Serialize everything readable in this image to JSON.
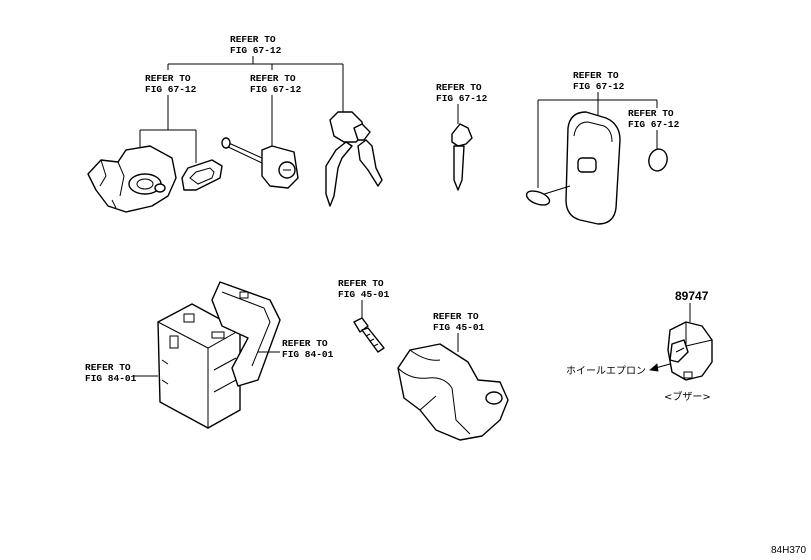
{
  "diagram": {
    "refs": {
      "r1_line1": "REFER TO",
      "r1_line2": "FIG 67-12",
      "r2_line1": "REFER TO",
      "r2_line2": "FIG 67-12",
      "r3_line1": "REFER TO",
      "r3_line2": "FIG 67-12",
      "r4_line1": "REFER TO",
      "r4_line2": "FIG 67-12",
      "r5_line1": "REFER TO",
      "r5_line2": "FIG 67-12",
      "r6_line1": "REFER TO",
      "r6_line2": "FIG 67-12",
      "r7_line1": "REFER TO",
      "r7_line2": "FIG 45-01",
      "r8_line1": "REFER TO",
      "r8_line2": "FIG 45-01",
      "r9_line1": "REFER TO",
      "r9_line2": "FIG 84-01",
      "r10_line1": "REFER TO",
      "r10_line2": "FIG 84-01"
    },
    "part_number": "89747",
    "wheel_apron_label": "ホイールエプロン",
    "buzzer_label": "<ブザー>",
    "figure_code": "84H370"
  }
}
